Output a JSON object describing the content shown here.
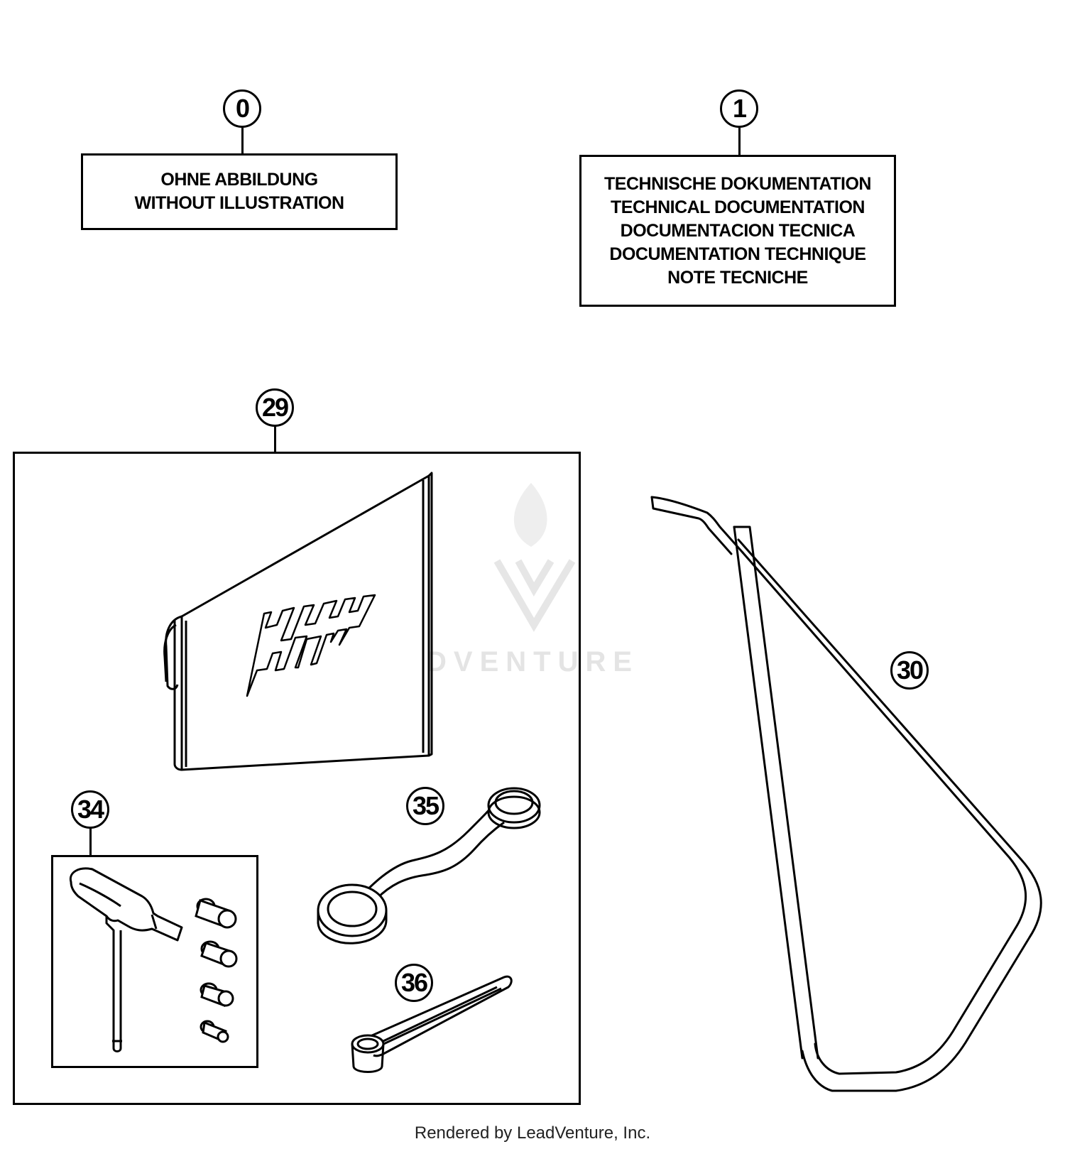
{
  "callouts": {
    "c0": "0",
    "c1": "1",
    "c29": "29",
    "c30": "30",
    "c34": "34",
    "c35": "35",
    "c36": "36"
  },
  "labels": {
    "without_illustration": [
      "OHNE ABBILDUNG",
      "WITHOUT ILLUSTRATION"
    ],
    "technical_documentation": [
      "TECHNISCHE DOKUMENTATION",
      "TECHNICAL DOCUMENTATION",
      "DOCUMENTACION TECNICA",
      "DOCUMENTATION TECHNIQUE",
      "NOTE TECNICHE"
    ]
  },
  "logo": {
    "brand": "KTM"
  },
  "watermark": "LEADVENTURE",
  "footer": "Rendered by LeadVenture, Inc."
}
